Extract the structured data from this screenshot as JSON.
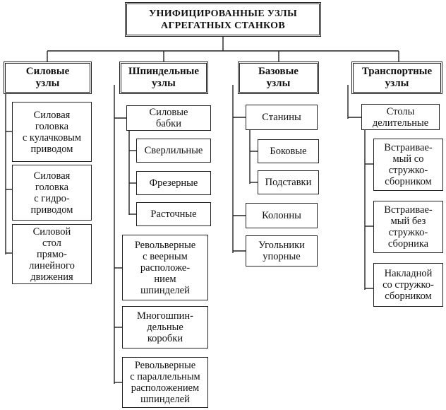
{
  "title": "УНИФИЦИРОВАННЫЕ УЗЛЫ\nАГРЕГАТНЫХ СТАНКОВ",
  "categories": [
    {
      "label": "Силовые\nузлы",
      "items": [
        "Силовая\nголовка\nс кулачковым\nприводом",
        "Силовая\nголовка\nс гидро-\nприводом",
        "Силовой\nстол\nпрямо-\nлинейного\nдвижения"
      ]
    },
    {
      "label": "Шпиндельные\nузлы",
      "items": [
        "Силовые\nбабки",
        "Сверлильные",
        "Фрезерные",
        "Расточные",
        "Револьверные\nс веерным\nрасположе-\nнием\nшпинделей",
        "Многошпин-\nдельные\nкоробки",
        "Револьверные\nс параллельным\nрасположением\nшпинделей"
      ]
    },
    {
      "label": "Базовые\nузлы",
      "items": [
        "Станины",
        "Боковые",
        "Подставки",
        "Колонны",
        "Угольники\nупорные"
      ]
    },
    {
      "label": "Транспортные\nузлы",
      "items": [
        "Столы\nделительные",
        "Встраивае-\nмый со\nстружко-\nсборником",
        "Встраивае-\nмый без\nстружко-\nсборника",
        "Накладной\nсо стружко-\nсборником"
      ]
    }
  ]
}
